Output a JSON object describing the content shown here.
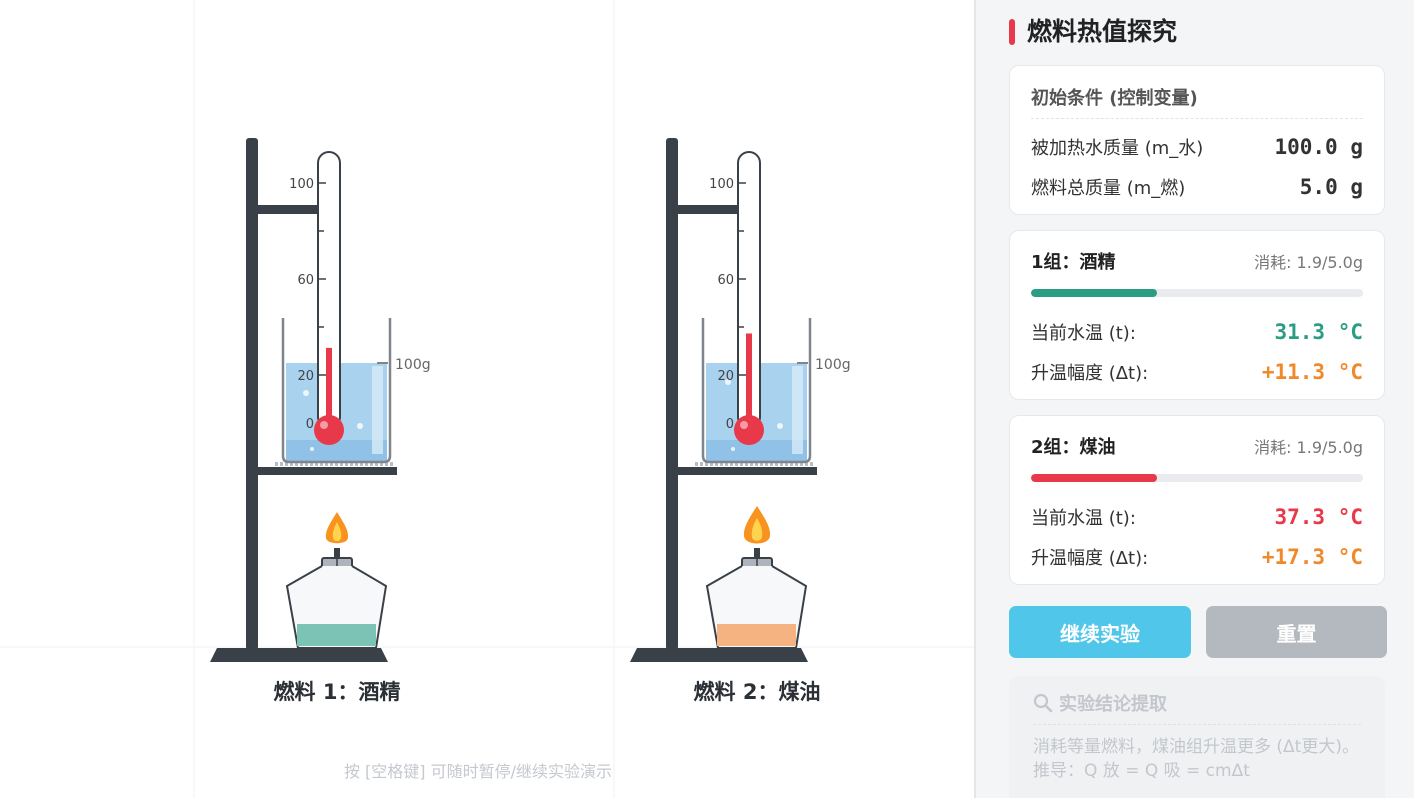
{
  "stage": {
    "rigs": [
      {
        "label": "燃料 1：酒精",
        "scale_labels": [
          "100",
          "60",
          "20",
          "0"
        ],
        "volume_label": "100g",
        "thermometer_level": 31.3,
        "fuel_color": "#7cc3b6",
        "fuel_remaining_fraction": 0.62
      },
      {
        "label": "燃料 2：煤油",
        "scale_labels": [
          "100",
          "60",
          "20",
          "0"
        ],
        "volume_label": "100g",
        "thermometer_level": 37.3,
        "fuel_color": "#f5b381",
        "fuel_remaining_fraction": 0.62
      }
    ],
    "hint": "按 [空格键] 可随时暂停/继续实验演示"
  },
  "panel": {
    "title": "燃料热值探究",
    "initial": {
      "header": "初始条件 (控制变量)",
      "water_mass_label": "被加热水质量 (m_水)",
      "water_mass_value": "100.0 g",
      "fuel_mass_label": "燃料总质量 (m_燃)",
      "fuel_mass_value": "5.0 g"
    },
    "groups": [
      {
        "title": "1组：酒精",
        "consumed": "消耗: 1.9/5.0g",
        "progress": 0.38,
        "temp_label": "当前水温 (t):",
        "temp_value": "31.3 °C",
        "rise_label": "升温幅度 (Δt):",
        "rise_value": "+11.3 °C",
        "color": "#2a9d84"
      },
      {
        "title": "2组：煤油",
        "consumed": "消耗: 1.9/5.0g",
        "progress": 0.38,
        "temp_label": "当前水温 (t):",
        "temp_value": "37.3 °C",
        "rise_label": "升温幅度 (Δt):",
        "rise_value": "+17.3 °C",
        "color": "#e8394a"
      }
    ],
    "rise_color": "#f0892a",
    "buttons": {
      "continue": "继续实验",
      "reset": "重置"
    },
    "conclusion": {
      "icon": "magnifier-icon",
      "header": "实验结论提取",
      "text": "消耗等量燃料，煤油组升温更多 (Δt更大)。",
      "text_more": "推导：Q 放 = Q 吸 = cmΔt"
    }
  }
}
